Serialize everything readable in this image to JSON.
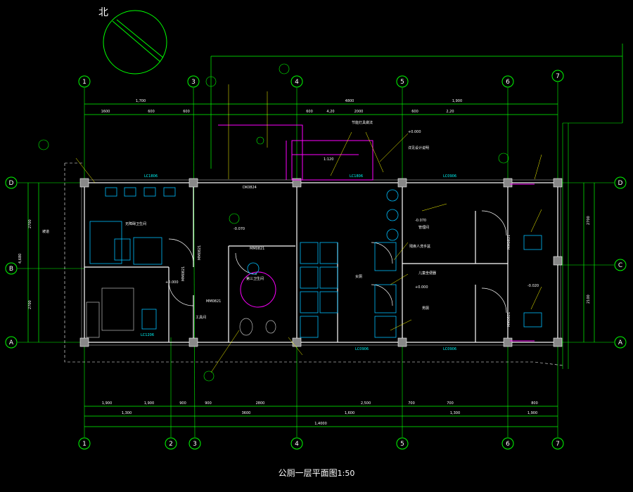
{
  "drawing": {
    "title": "公厕一层平面图",
    "scale": "1:50",
    "north_label": "北"
  },
  "axes": {
    "vertical": [
      "1",
      "2",
      "3",
      "4",
      "5",
      "6",
      "7"
    ],
    "horizontal": [
      "D",
      "C",
      "B",
      "A"
    ]
  },
  "dimensions": {
    "top_row1": [
      "1,700",
      "4800",
      "1,900"
    ],
    "top_row2": [
      "1600",
      "600",
      "600",
      "600",
      "4,20",
      "2000",
      "600",
      "2,20"
    ],
    "bottom_row1": [
      "1,900",
      "1,900",
      "900",
      "900",
      "2800",
      "2,500",
      "700",
      "700",
      "800"
    ],
    "bottom_row2": [
      "1,300",
      "3600",
      "1,600",
      "1,300",
      "1,900"
    ],
    "bottom_total": "1,4000",
    "left_vertical": [
      "2700",
      "4,680",
      "2700"
    ],
    "right_vertical": [
      "2700",
      "2100"
    ]
  },
  "labels": {
    "door_codes": [
      "MM0821",
      "MM0821",
      "MM0821",
      "MM0821",
      "MM0821",
      "MM0821",
      "DK0824"
    ],
    "elevations": [
      "-0.070",
      "-0.070",
      "-0.020",
      "+0.000",
      "+0.000",
      "+0.000"
    ],
    "windows": [
      "LC1806",
      "LC1806",
      "LC0906",
      "LC0906",
      "LC0906",
      "LC1206"
    ],
    "notes": [
      "无障碍卫生间",
      "第三卫生间",
      "女厕",
      "男厕",
      "管理间",
      "工具间",
      "儿童坐便器",
      "残疾人洗手盆",
      "坡道",
      "1:120",
      "节能灯具做法",
      "详见设计说明"
    ]
  },
  "colors": {
    "wall": "#00ff00",
    "fixture": "#00bfff",
    "text": "#ffffff",
    "annotation": "#ffff00",
    "accent": "#ff00ff",
    "axis_circle": "#00ff00"
  },
  "icons": [
    "north-arrow-icon",
    "toilet-icon",
    "sink-icon",
    "urinal-icon",
    "washbasin-icon"
  ]
}
